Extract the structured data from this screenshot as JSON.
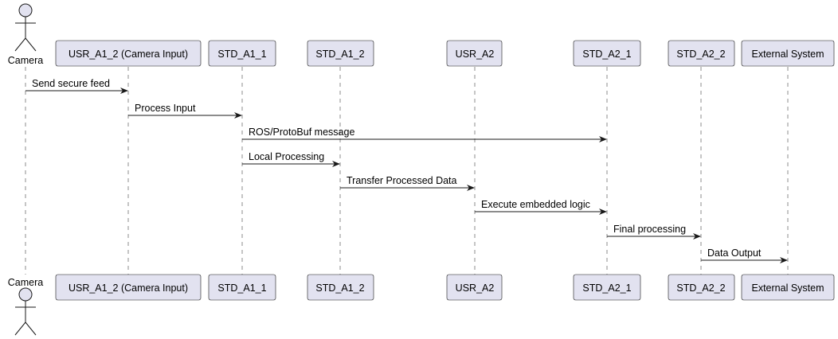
{
  "participants": [
    {
      "id": "camera",
      "label": "Camera",
      "kind": "actor"
    },
    {
      "id": "usr_a1_2",
      "label": "USR_A1_2 (Camera Input)",
      "kind": "box"
    },
    {
      "id": "std_a1_1",
      "label": "STD_A1_1",
      "kind": "box"
    },
    {
      "id": "std_a1_2",
      "label": "STD_A1_2",
      "kind": "box"
    },
    {
      "id": "usr_a2",
      "label": "USR_A2",
      "kind": "box"
    },
    {
      "id": "std_a2_1",
      "label": "STD_A2_1",
      "kind": "box"
    },
    {
      "id": "std_a2_2",
      "label": "STD_A2_2",
      "kind": "box"
    },
    {
      "id": "external_system",
      "label": "External System",
      "kind": "box"
    }
  ],
  "messages": [
    {
      "from": 0,
      "to": 1,
      "label": "Send secure feed"
    },
    {
      "from": 1,
      "to": 2,
      "label": "Process Input"
    },
    {
      "from": 2,
      "to": 5,
      "label": "ROS/ProtoBuf message"
    },
    {
      "from": 2,
      "to": 3,
      "label": "Local Processing"
    },
    {
      "from": 3,
      "to": 4,
      "label": "Transfer Processed Data"
    },
    {
      "from": 4,
      "to": 5,
      "label": "Execute embedded logic"
    },
    {
      "from": 5,
      "to": 6,
      "label": "Final processing"
    },
    {
      "from": 6,
      "to": 7,
      "label": "Data Output"
    }
  ],
  "colors": {
    "participant_fill": "#E2E2F0",
    "participant_border": "#181818",
    "lifeline": "#181818",
    "arrow": "#181818",
    "background": "#FFFFFF"
  }
}
